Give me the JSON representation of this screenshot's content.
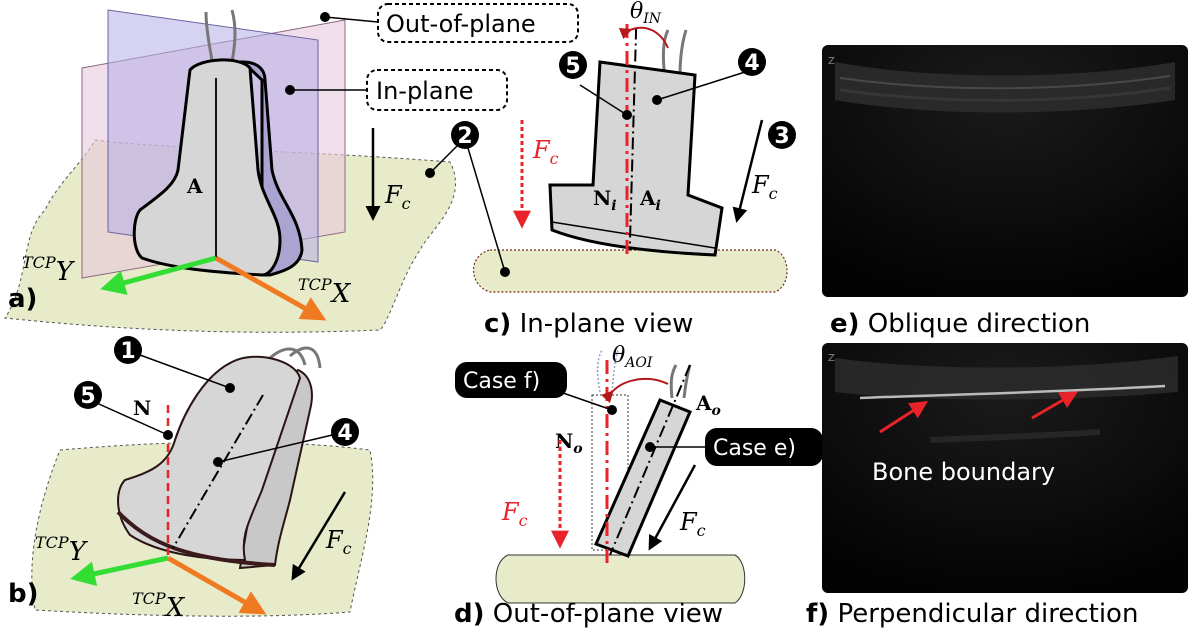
{
  "labels": {
    "out_of_plane": "Out-of-plane",
    "in_plane": "In-plane",
    "case_f": "Case f)",
    "case_e": "Case e)",
    "bone_boundary": "Bone boundary"
  },
  "markers": {
    "m1": "1",
    "m2": "2",
    "m3": "3",
    "m4": "4",
    "m5": "5"
  },
  "math": {
    "A": "A",
    "N": "N",
    "Ni": "N",
    "Ni_sub": "i",
    "Ai": "A",
    "Ai_sub": "i",
    "No": "N",
    "No_sub": "o",
    "Ao": "A",
    "Ao_sub": "o",
    "Fc": "F",
    "Fc_sub": "c",
    "theta_in": "θ",
    "theta_in_sub": "IN",
    "theta_aoi": "θ",
    "theta_aoi_sub": "AOI",
    "tcp": "TCP",
    "Y": "Y",
    "X": "X"
  },
  "panels": {
    "a": {
      "tag": "a)"
    },
    "b": {
      "tag": "b)"
    },
    "c": {
      "tag": "c)",
      "title": "In-plane view"
    },
    "d": {
      "tag": "d)",
      "title": "Out-of-plane view"
    },
    "e": {
      "tag": "e)",
      "title": "Oblique direction"
    },
    "f": {
      "tag": "f)",
      "title": "Perpendicular direction"
    }
  },
  "colors": {
    "surface": "#e8ebc9",
    "probe": "#d6d6d6",
    "in_plane": "#b3aee6",
    "out_of_plane": "#e8c8dd",
    "normal_red": "#e8232a",
    "tcp_y_green": "#33dd33",
    "tcp_x_orange": "#f07a22",
    "ultrasound_bg": "#050505"
  }
}
